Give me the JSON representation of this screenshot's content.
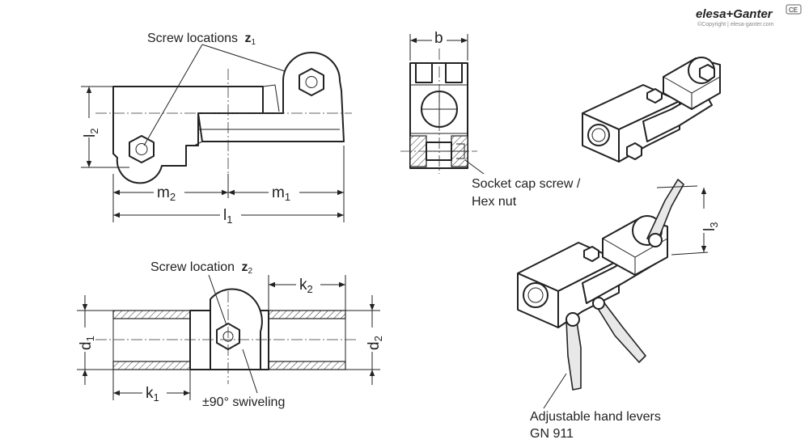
{
  "brand": {
    "name": "elesa+Ganter",
    "copyright": "©Copyright | elesa-ganter.com",
    "badge": "CE"
  },
  "labels": {
    "screw_locations_z1": "Screw locations",
    "z1_symbol": "z",
    "z1_sub": "1",
    "screw_location_z2": "Screw location",
    "z2_symbol": "z",
    "z2_sub": "2",
    "swiveling": "±90° swiveling",
    "socket_cap_screw": "Socket cap screw /",
    "hex_nut": "Hex nut",
    "hand_levers_1": "Adjustable hand levers",
    "hand_levers_2": "GN 911"
  },
  "dimensions": {
    "l2": "l",
    "l2_sub": "2",
    "m2": "m",
    "m2_sub": "2",
    "m1": "m",
    "m1_sub": "1",
    "l1": "l",
    "l1_sub": "1",
    "b": "b",
    "l3": "l",
    "l3_sub": "3",
    "k2": "k",
    "k2_sub": "2",
    "k1": "k",
    "k1_sub": "1",
    "d1": "d",
    "d1_sub": "1",
    "d2": "d",
    "d2_sub": "2"
  }
}
